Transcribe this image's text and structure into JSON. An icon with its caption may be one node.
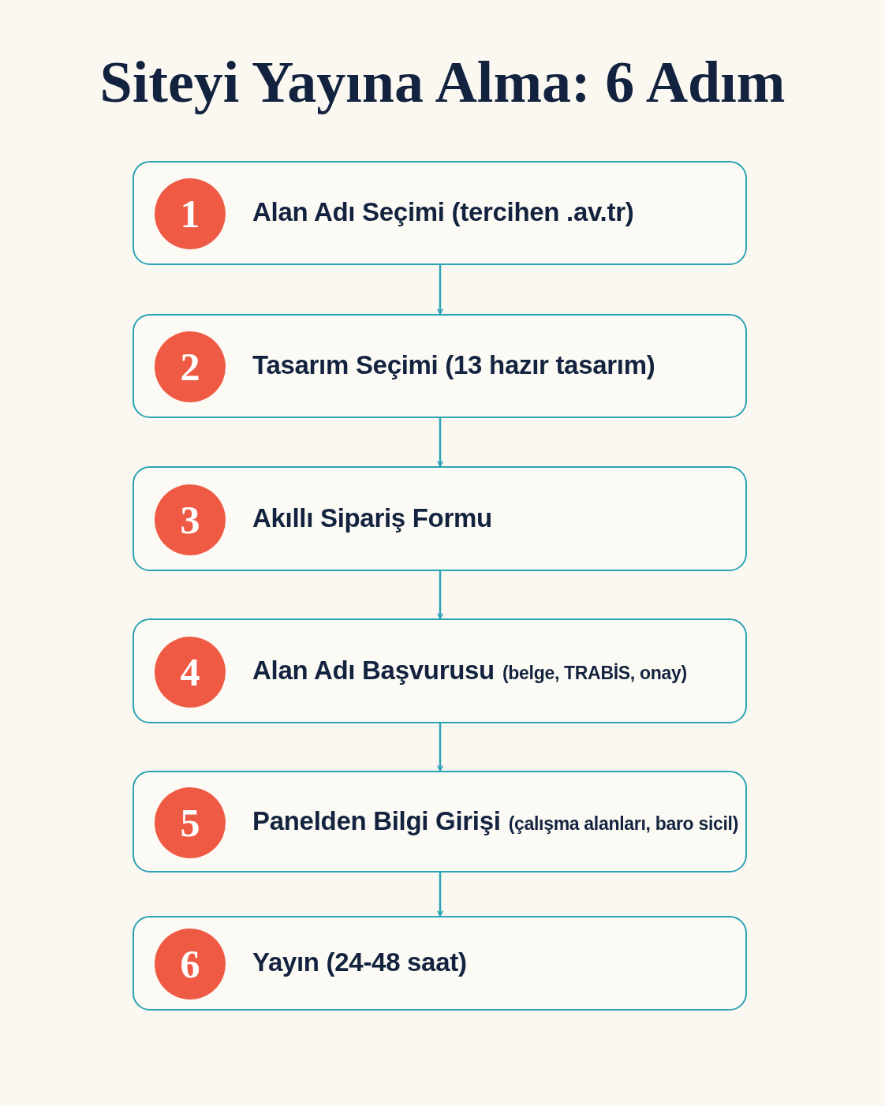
{
  "diagram": {
    "title": "Siteyi Yayına Alma: 6 Adım",
    "nodes": [
      {
        "text": [
          "1",
          "Alan Adı Seçimi (tercihen .av.tr)"
        ]
      },
      {
        "text": [
          "2",
          "Tasarım Seçimi (13 hazır tasarım)"
        ]
      },
      {
        "text": [
          "3",
          "Akıllı Sipariş Formu"
        ]
      },
      {
        "text": [
          "4",
          "Alan Adı Başvurusu",
          "(belge, TRABİS, onay)"
        ]
      },
      {
        "text": [
          "5",
          "Panelden Bilgi Girişi",
          "(çalışma alanları, baro sicil)"
        ]
      },
      {
        "text": [
          "6",
          "Yayın (24-48 saat)"
        ]
      }
    ],
    "edges": [
      {
        "from": 0,
        "to": 1,
        "arrow": "to"
      },
      {
        "from": 1,
        "to": 2,
        "arrow": "to"
      },
      {
        "from": 2,
        "to": 3,
        "arrow": "to"
      },
      {
        "from": 3,
        "to": 4,
        "arrow": "to"
      },
      {
        "from": 4,
        "to": 5,
        "arrow": "to"
      }
    ]
  }
}
